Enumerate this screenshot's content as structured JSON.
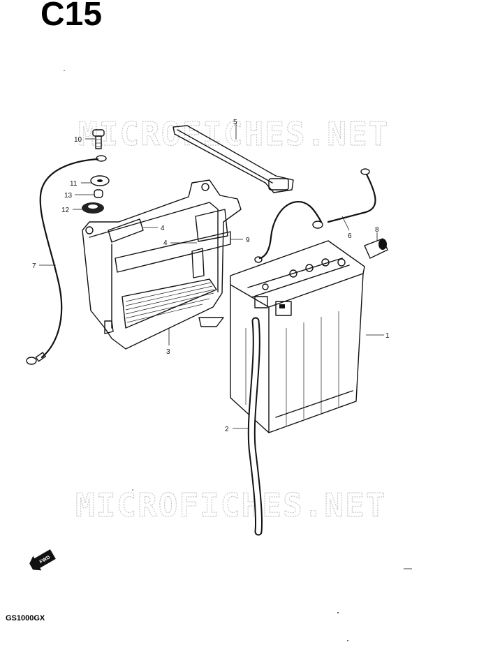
{
  "header_code": "C15",
  "model": "GS1000GX",
  "watermark": "MICROFICHES.NET",
  "forward_label": "FWD",
  "callouts": [
    {
      "id": "1",
      "text": "1"
    },
    {
      "id": "2",
      "text": "2"
    },
    {
      "id": "3",
      "text": "3"
    },
    {
      "id": "4a",
      "text": "4"
    },
    {
      "id": "4b",
      "text": "4"
    },
    {
      "id": "5",
      "text": "5"
    },
    {
      "id": "6",
      "text": "6"
    },
    {
      "id": "7",
      "text": "7"
    },
    {
      "id": "8",
      "text": "8"
    },
    {
      "id": "9",
      "text": "9"
    },
    {
      "id": "10",
      "text": "10"
    },
    {
      "id": "11",
      "text": "11"
    },
    {
      "id": "12",
      "text": "12"
    },
    {
      "id": "13",
      "text": "13"
    }
  ]
}
